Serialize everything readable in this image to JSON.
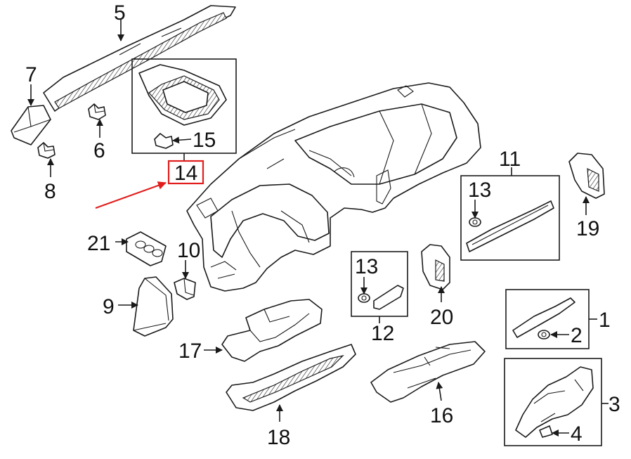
{
  "callouts": {
    "c1": "1",
    "c2": "2",
    "c3": "3",
    "c4": "4",
    "c5": "5",
    "c6": "6",
    "c7": "7",
    "c8": "8",
    "c9": "9",
    "c10": "10",
    "c11": "11",
    "c12": "12",
    "c13a": "13",
    "c13b": "13",
    "c14": "14",
    "c15": "15",
    "c16": "16",
    "c17": "17",
    "c18": "18",
    "c19": "19",
    "c20": "20",
    "c21": "21"
  },
  "colors": {
    "highlight": "#e11d1d",
    "line": "#1a1a1a"
  }
}
